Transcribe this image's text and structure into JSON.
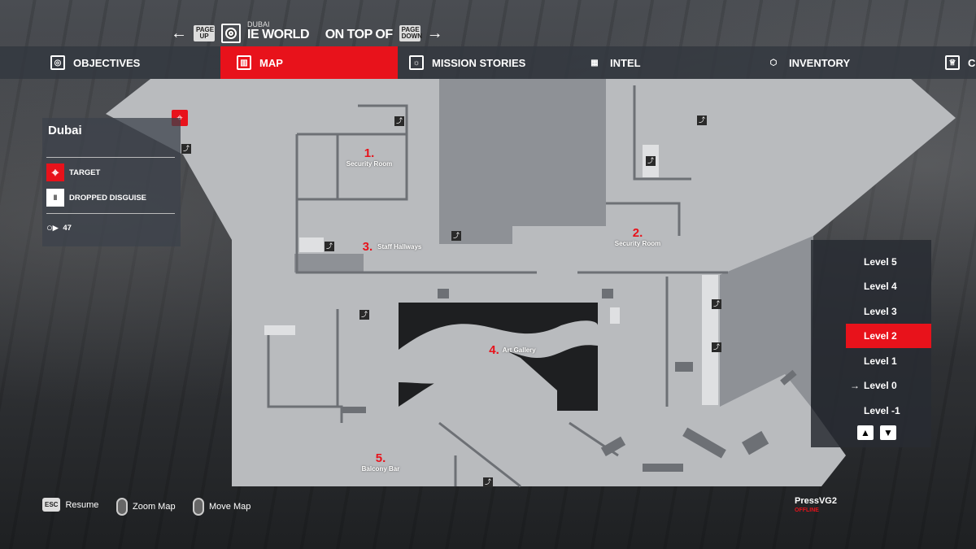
{
  "header": {
    "page_up": "PAGE UP",
    "page_down": "PAGE DOWN",
    "location": "DUBAI",
    "mission_title": "IE WORLD     ON TOP OF"
  },
  "tabs": [
    {
      "label": "OBJECTIVES"
    },
    {
      "label": "MAP"
    },
    {
      "label": "MISSION STORIES"
    },
    {
      "label": "INTEL"
    },
    {
      "label": "INVENTORY"
    },
    {
      "label": "C"
    }
  ],
  "legend": {
    "title": "Dubai",
    "items": [
      {
        "label": "TARGET"
      },
      {
        "label": "DROPPED DISGUISE"
      }
    ],
    "count": "47"
  },
  "map_labels": [
    {
      "num": "1.",
      "name": "Security Room"
    },
    {
      "num": "2.",
      "name": "Security Room"
    },
    {
      "num": "3.",
      "name": "Staff Hallways"
    },
    {
      "num": "4.",
      "name": "Art Gallery"
    },
    {
      "num": "5.",
      "name": "Balcony Bar"
    }
  ],
  "levels": [
    "Level 5",
    "Level 4",
    "Level 3",
    "Level 2",
    "Level 1",
    "Level 0",
    "Level -1"
  ],
  "selected_level": "Level 2",
  "current_level": "Level 0",
  "hints": [
    {
      "key": "ESC",
      "label": "Resume"
    },
    {
      "label": "Zoom Map"
    },
    {
      "label": "Move Map"
    }
  ],
  "user": {
    "name": "PressVG2",
    "status": "OFFLINE"
  },
  "colors": {
    "accent": "#e8121b"
  }
}
